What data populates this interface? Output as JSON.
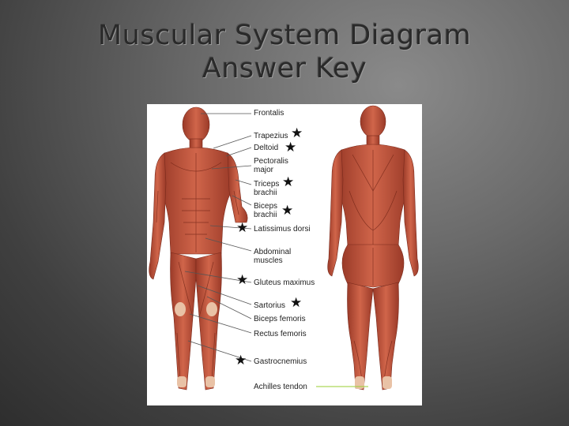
{
  "title": {
    "line1": "Muscular System Diagram",
    "line2": "Answer Key"
  },
  "labels": {
    "frontalis": "Frontalis",
    "trapezius": "Trapezius",
    "deltoid": "Deltoid",
    "pectoralis_1": "Pectoralis",
    "pectoralis_2": "major",
    "triceps_1": "Triceps",
    "triceps_2": "brachii",
    "biceps_1": "Biceps",
    "biceps_2": "brachii",
    "latissimus": "Latissimus dorsi",
    "abdominal_1": "Abdominal",
    "abdominal_2": "muscles",
    "gluteus": "Gluteus maximus",
    "sartorius": "Sartorius",
    "biceps_femoris": "Biceps femoris",
    "rectus_femoris": "Rectus femoris",
    "gastrocnemius": "Gastrocnemius",
    "achilles": "Achilles tendon"
  },
  "marker_icon": "star-icon",
  "colors": {
    "muscle": "#c0503a",
    "muscle_dark": "#8e3324",
    "tendon": "#e9c2a6",
    "leader_line": "#555555",
    "achilles_line": "#9acd32"
  }
}
